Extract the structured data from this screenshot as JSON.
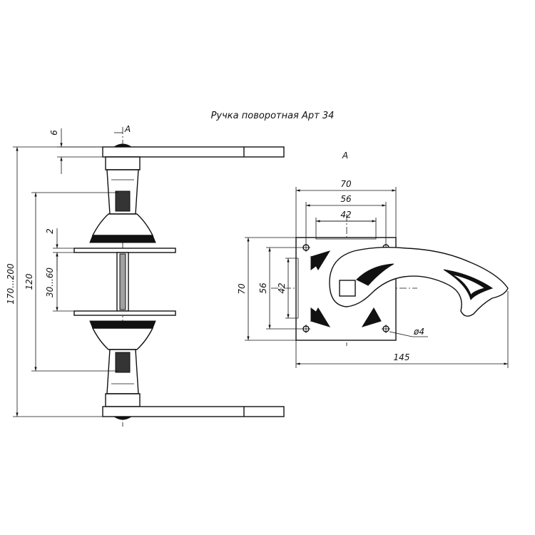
{
  "title": "Ручка поворотная Арт 34",
  "side_view": {
    "section_marker": "A",
    "dimensions": {
      "rose_thickness": "6",
      "overall_length": "170...200",
      "rose_to_rose": "120",
      "plate_gap": "2",
      "door_thickness": "30...60"
    }
  },
  "front_view": {
    "view_label": "A",
    "dimensions": {
      "plate_width": "70",
      "hole_spacing_h": "56",
      "inner_width": "42",
      "plate_height": "70",
      "hole_spacing_v": "56",
      "inner_height": "42",
      "hole_diameter": "ø4",
      "handle_length": "145"
    }
  }
}
